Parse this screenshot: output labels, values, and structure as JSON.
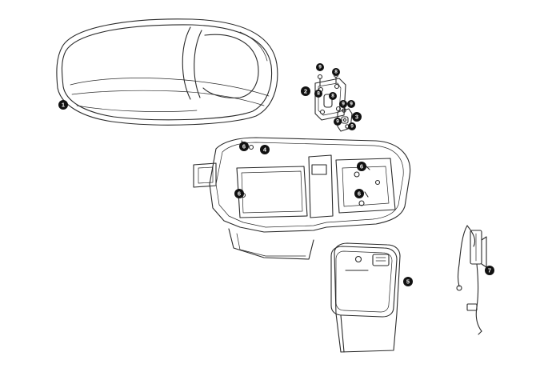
{
  "callouts": {
    "c1": "1",
    "c2": "2",
    "c3": "3",
    "c4": "4",
    "c5": "5",
    "c6a": "6",
    "c6b": "6",
    "c6c": "6",
    "c6d": "6",
    "c7": "7",
    "c8a": "8",
    "c8b": "8",
    "c8c": "8",
    "c9a": "9",
    "c9b": "9",
    "c9c": "9",
    "c9d": "9"
  },
  "colors": {
    "line": "#2a2a2a",
    "callout": "#111111",
    "background": "#ffffff"
  }
}
